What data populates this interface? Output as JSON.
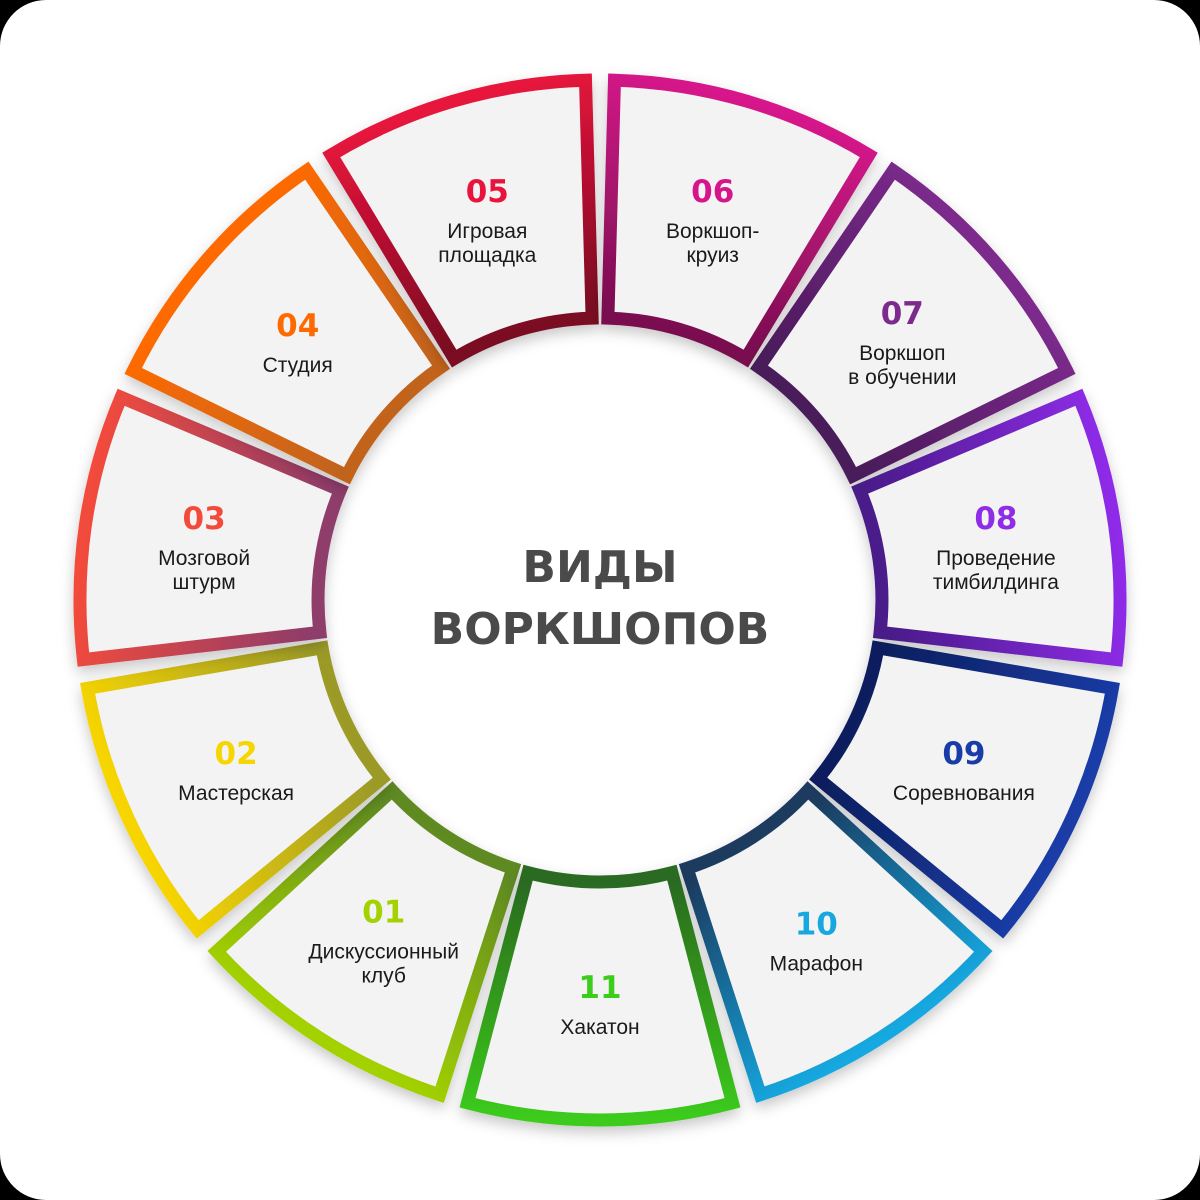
{
  "title": {
    "line1": "ВИДЫ",
    "line2": "ВОРКШОПОВ"
  },
  "segments": [
    {
      "number": "01",
      "label": [
        "Дискуссионный",
        "клуб"
      ],
      "color": "#a4d200",
      "dark": "#5f8a22"
    },
    {
      "number": "02",
      "label": [
        "Мастерская"
      ],
      "color": "#f7d500",
      "dark": "#9c9a28"
    },
    {
      "number": "03",
      "label": [
        "Мозговой",
        "штурм"
      ],
      "color": "#f24b3c",
      "dark": "#8f3c6a"
    },
    {
      "number": "04",
      "label": [
        "Студия"
      ],
      "color": "#ff6a00",
      "dark": "#c2641e"
    },
    {
      "number": "05",
      "label": [
        "Игровая",
        "площадка"
      ],
      "color": "#e8143c",
      "dark": "#7a0a22"
    },
    {
      "number": "06",
      "label": [
        "Воркшоп-",
        "круиз"
      ],
      "color": "#d6158a",
      "dark": "#7a1050"
    },
    {
      "number": "07",
      "label": [
        "Воркшоп",
        "в обучении"
      ],
      "color": "#7c2a8c",
      "dark": "#4a1a5a"
    },
    {
      "number": "08",
      "label": [
        "Проведение",
        "тимбилдинга"
      ],
      "color": "#8e2ce8",
      "dark": "#4a1a8a"
    },
    {
      "number": "09",
      "label": [
        "Соревнования"
      ],
      "color": "#1a3ca8",
      "dark": "#0c1f5e"
    },
    {
      "number": "10",
      "label": [
        "Марафон"
      ],
      "color": "#18a8e0",
      "dark": "#1a3a5e"
    },
    {
      "number": "11",
      "label": [
        "Хакатон"
      ],
      "color": "#3ccc1a",
      "dark": "#2a6a20"
    }
  ]
}
